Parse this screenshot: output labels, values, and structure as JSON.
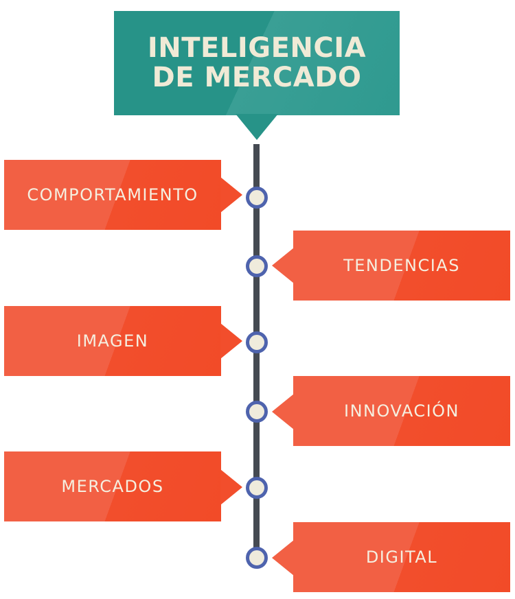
{
  "title": {
    "line1": "INTELIGENCIA",
    "line2": "DE MERCADO"
  },
  "items": [
    {
      "label": "COMPORTAMIENTO",
      "side": "left"
    },
    {
      "label": "TENDENCIAS",
      "side": "right"
    },
    {
      "label": "IMAGEN",
      "side": "left"
    },
    {
      "label": "INNOVACIÓN",
      "side": "right"
    },
    {
      "label": "MERCADOS",
      "side": "left"
    },
    {
      "label": "DIGITAL",
      "side": "right"
    }
  ],
  "colors": {
    "title_bg": "#279388",
    "title_text": "#f0ead6",
    "box_bg": "#f24e2c",
    "box_text": "#f5efe0",
    "spine": "#454a52",
    "node_ring": "#4e63ad",
    "node_fill": "#efebdc"
  }
}
